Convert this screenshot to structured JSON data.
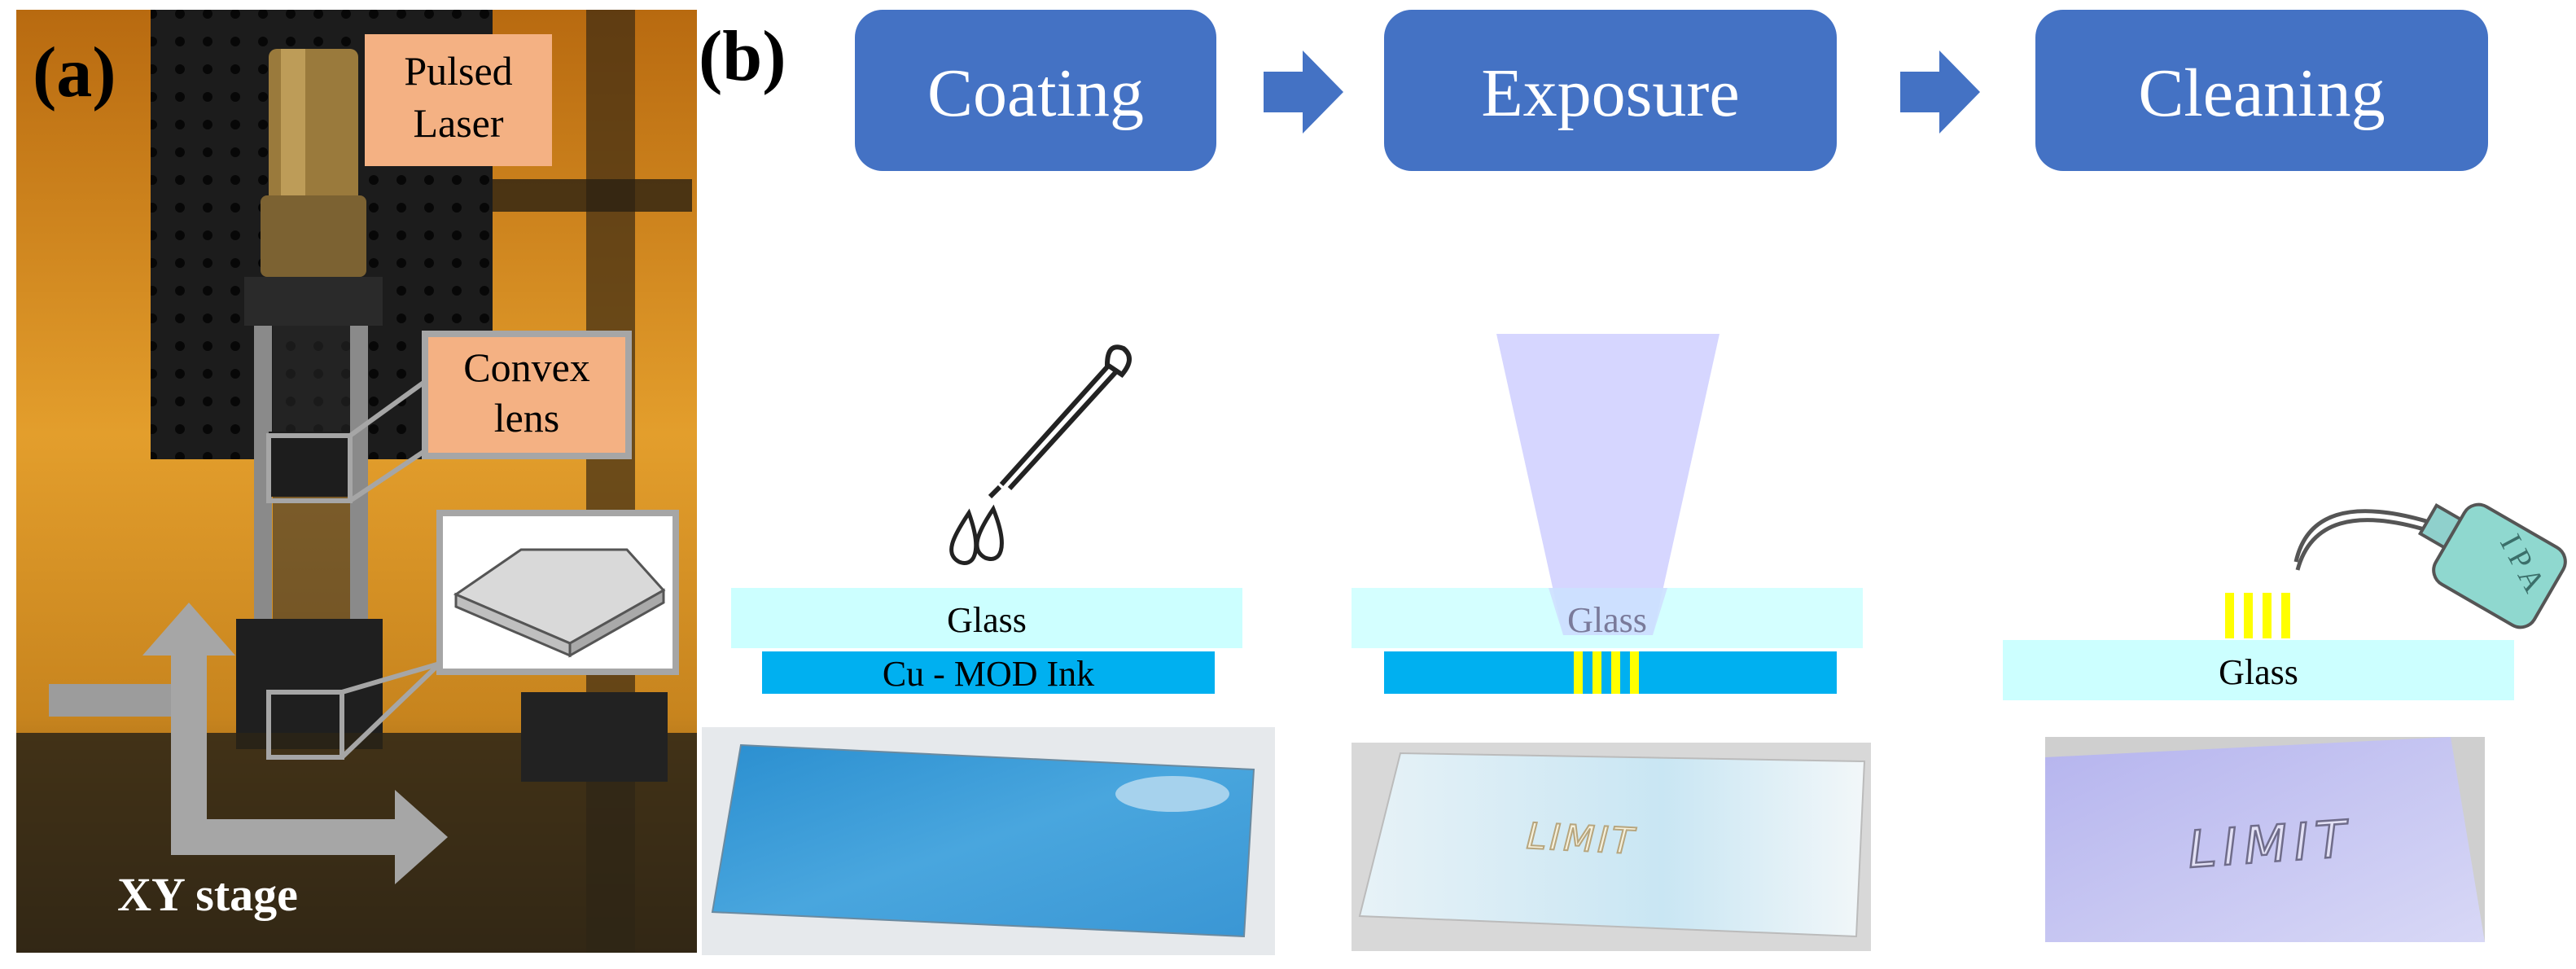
{
  "panel_a": {
    "letter": "(a)",
    "labels": {
      "pulsed_laser": [
        "Pulsed",
        "Laser"
      ],
      "convex_lens": [
        "Convex",
        "lens"
      ],
      "xy_stage": "XY stage"
    }
  },
  "panel_b": {
    "letter": "(b)",
    "steps": [
      "Coating",
      "Exposure",
      "Cleaning"
    ],
    "coating": {
      "top_layer": "Glass",
      "bottom_layer": "Cu - MOD Ink"
    },
    "exposure": {
      "layer": "Glass"
    },
    "cleaning": {
      "layer": "Glass",
      "bottle_text": "IPA"
    },
    "sample_text": [
      "LIMIT",
      "LIMIT"
    ]
  },
  "colors": {
    "step_box": "#4472C4",
    "glass": "#CCFFFF",
    "ink": "#00B0F0",
    "pattern": "#FFFF00",
    "label_box": "#F4B183",
    "laser_beam": "#CCCCFF",
    "frame_gray": "#A6A6A6"
  }
}
